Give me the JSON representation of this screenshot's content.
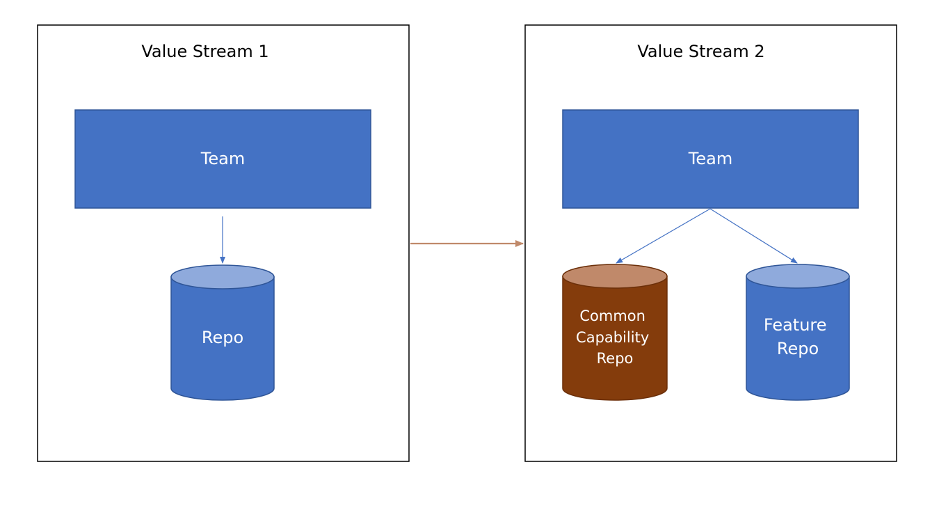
{
  "stream1": {
    "title": "Value Stream 1",
    "team_label": "Team",
    "repo_label": "Repo"
  },
  "stream2": {
    "title": "Value Stream 2",
    "team_label": "Team",
    "common_repo_lines": [
      "Common",
      "Capability",
      "Repo"
    ],
    "feature_repo_lines": [
      "Feature",
      "Repo"
    ]
  },
  "colors": {
    "team_fill": "#4472c4",
    "team_stroke": "#2f5597",
    "repo_body": "#4472c4",
    "repo_top": "#8faadc",
    "common_body": "#843c0c",
    "common_top": "#c0896a",
    "connector_blue": "#4472c4",
    "connector_brown": "#c0896a",
    "panel_border": "#000000"
  }
}
